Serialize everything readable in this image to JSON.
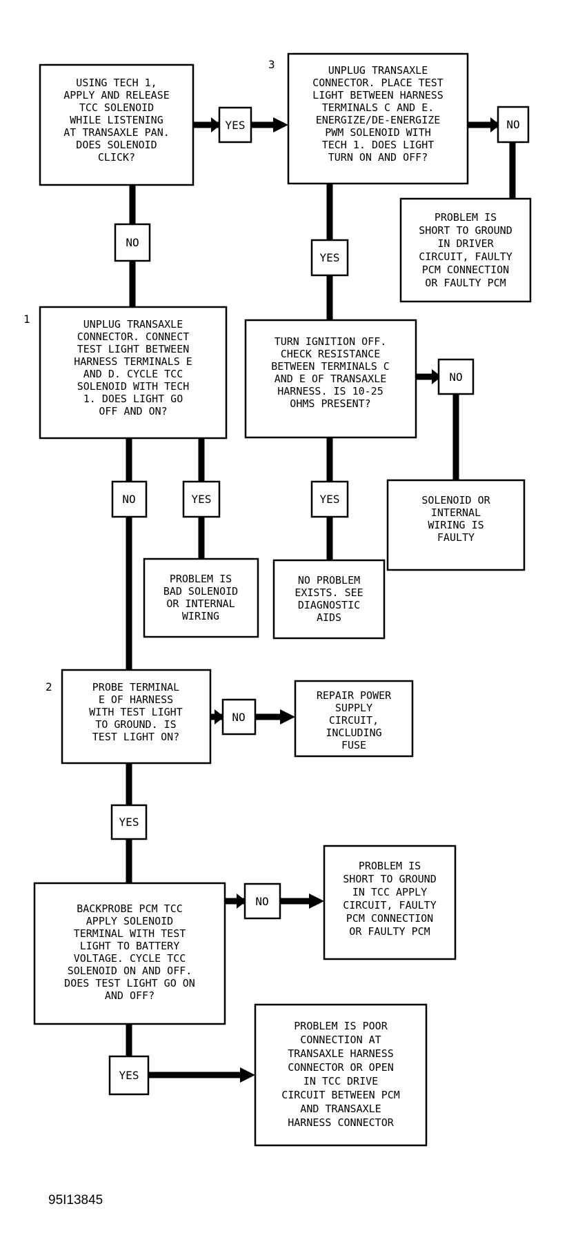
{
  "figure_id": "95I13845",
  "steps": {
    "start": {
      "lines": [
        "USING TECH 1,",
        "APPLY AND RELEASE",
        "TCC SOLENOID",
        "WHILE LISTENING",
        "AT TRANSAXLE PAN.",
        "DOES SOLENOID",
        "CLICK?"
      ]
    },
    "step1": {
      "number": "1",
      "lines": [
        "UNPLUG TRANSAXLE",
        "CONNECTOR. CONNECT",
        "TEST LIGHT BETWEEN",
        "HARNESS TERMINALS E",
        "AND D. CYCLE TCC",
        "SOLENOID WITH TECH",
        "1. DOES LIGHT GO",
        "OFF AND ON?"
      ]
    },
    "step2": {
      "number": "2",
      "lines": [
        "PROBE TERMINAL",
        "E OF HARNESS",
        "WITH TEST LIGHT",
        "TO GROUND. IS",
        "TEST LIGHT ON?"
      ]
    },
    "step3": {
      "number": "3",
      "lines": [
        "UNPLUG TRANSAXLE",
        "CONNECTOR. PLACE TEST",
        "LIGHT BETWEEN HARNESS",
        "TERMINALS C AND E.",
        "ENERGIZE/DE-ENERGIZE",
        "PWM SOLENOID WITH",
        "TECH 1. DOES LIGHT",
        "TURN ON AND OFF?"
      ]
    },
    "resistance_check": {
      "lines": [
        "TURN IGNITION OFF.",
        "CHECK RESISTANCE",
        "BETWEEN TERMINALS C",
        "AND E OF TRANSAXLE",
        "HARNESS. IS 10-25",
        "OHMS PRESENT?"
      ]
    },
    "backprobe": {
      "lines": [
        "BACKPROBE PCM TCC",
        "APPLY SOLENOID",
        "TERMINAL WITH TEST",
        "LIGHT TO BATTERY",
        "VOLTAGE. CYCLE TCC",
        "SOLENOID ON AND OFF.",
        "DOES TEST LIGHT GO ON",
        "AND OFF?"
      ]
    }
  },
  "results": {
    "driver_short": {
      "lines": [
        "PROBLEM IS",
        "SHORT TO GROUND",
        "IN DRIVER",
        "CIRCUIT, FAULTY",
        "PCM CONNECTION",
        "OR FAULTY PCM"
      ]
    },
    "bad_solenoid": {
      "lines": [
        "PROBLEM IS",
        "BAD SOLENOID",
        "OR INTERNAL",
        "WIRING"
      ]
    },
    "no_problem": {
      "lines": [
        "NO PROBLEM",
        "EXISTS. SEE",
        "DIAGNOSTIC",
        "AIDS"
      ]
    },
    "solenoid_faulty": {
      "lines": [
        "SOLENOID OR",
        "INTERNAL",
        "WIRING IS",
        "FAULTY"
      ]
    },
    "repair_power": {
      "lines": [
        "REPAIR POWER",
        "SUPPLY",
        "CIRCUIT,",
        "INCLUDING",
        "FUSE"
      ]
    },
    "apply_short": {
      "lines": [
        "PROBLEM IS",
        "SHORT TO GROUND",
        "IN TCC APPLY",
        "CIRCUIT, FAULTY",
        "PCM CONNECTION",
        "OR FAULTY PCM"
      ]
    },
    "poor_connection": {
      "lines": [
        "PROBLEM IS POOR",
        "CONNECTION AT",
        "TRANSAXLE HARNESS",
        "CONNECTOR OR OPEN",
        "IN TCC DRIVE",
        "CIRCUIT BETWEEN PCM",
        "AND TRANSAXLE",
        "HARNESS CONNECTOR"
      ]
    }
  },
  "answers": {
    "start_yes": "YES",
    "start_no": "NO",
    "step3_no": "NO",
    "step3_yes": "YES",
    "step1_no": "NO",
    "step1_yes": "YES",
    "resistance_no": "NO",
    "resistance_yes": "YES",
    "step2_no": "NO",
    "step2_yes": "YES",
    "backprobe_no": "NO",
    "backprobe_yes": "YES"
  }
}
